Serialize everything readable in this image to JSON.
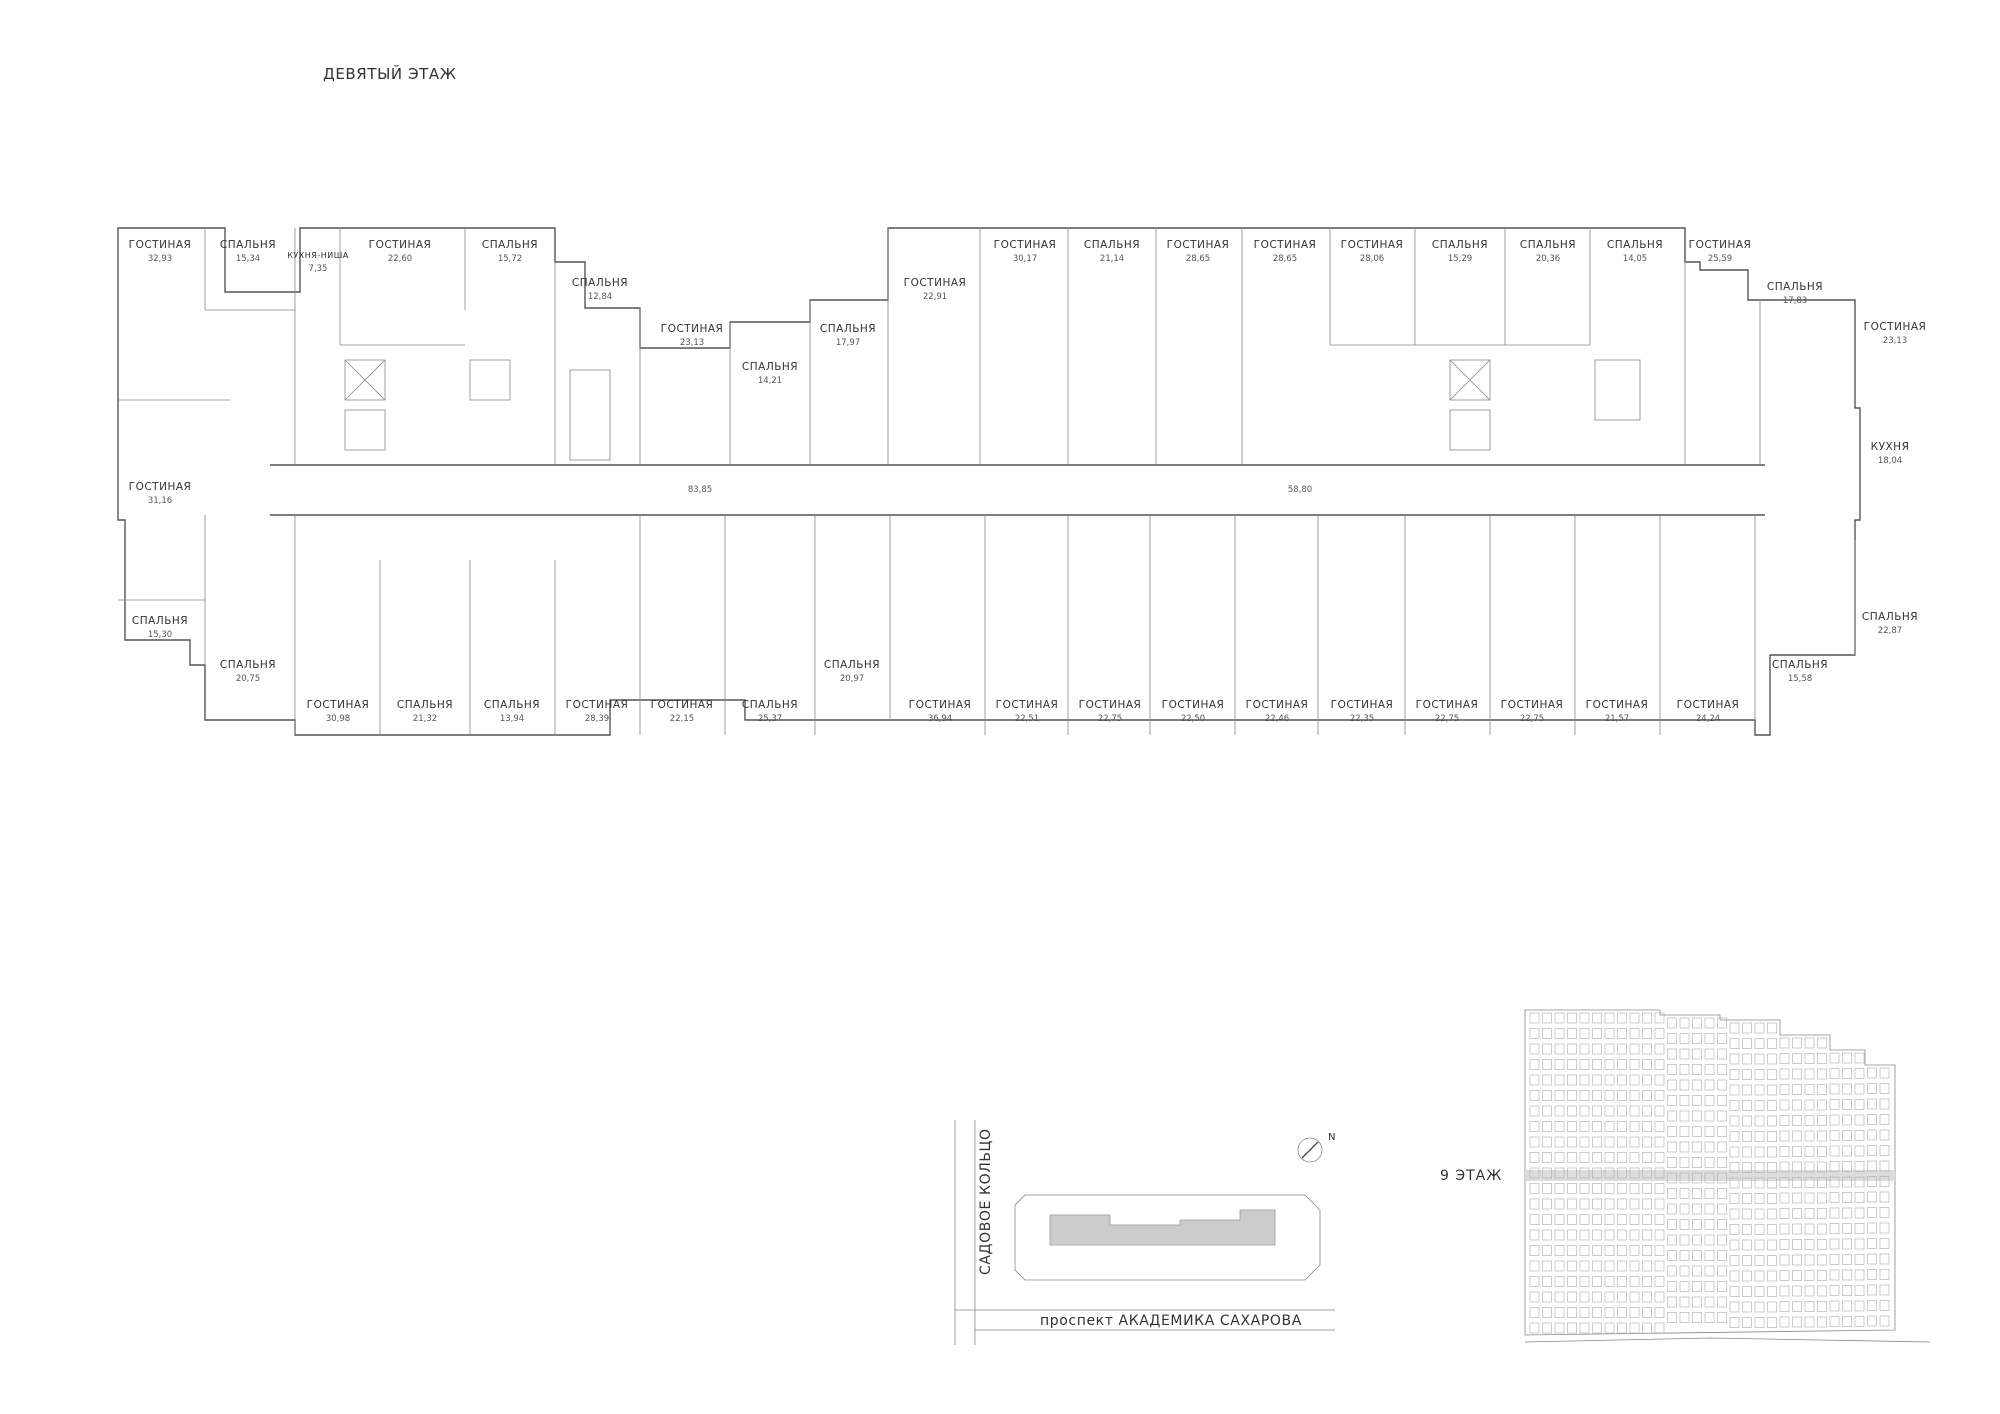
{
  "page": {
    "title": "ДЕВЯТЫЙ ЭТАЖ",
    "floor_label": "9   ЭТАЖ"
  },
  "site": {
    "street_1": "САДОВОЕ КОЛЬЦО",
    "street_2": "проспект АКАДЕМИКА САХАРОВА",
    "compass": "N"
  },
  "corridors": [
    "83,85",
    "58,80"
  ],
  "rooms_top": [
    {
      "name": "ГОСТИНАЯ",
      "area": "32,93"
    },
    {
      "name": "СПАЛЬНЯ",
      "area": "15,34"
    },
    {
      "name": "КУХНЯ-НИША",
      "area": "7,35"
    },
    {
      "name": "ГОСТИНАЯ",
      "area": "22,60"
    },
    {
      "name": "СПАЛЬНЯ",
      "area": "15,72"
    },
    {
      "name": "СПАЛЬНЯ",
      "area": "12,84"
    },
    {
      "name": "ГОСТИНАЯ",
      "area": "23,13"
    },
    {
      "name": "СПАЛЬНЯ",
      "area": "14,21"
    },
    {
      "name": "СПАЛЬНЯ",
      "area": "17,97"
    },
    {
      "name": "ГОСТИНАЯ",
      "area": "22,91"
    },
    {
      "name": "ГОСТИНАЯ",
      "area": "30,17"
    },
    {
      "name": "СПАЛЬНЯ",
      "area": "21,14"
    },
    {
      "name": "ГОСТИНАЯ",
      "area": "28,65"
    },
    {
      "name": "ГОСТИНАЯ",
      "area": "28,65"
    },
    {
      "name": "ГОСТИНАЯ",
      "area": "28,06"
    },
    {
      "name": "СПАЛЬНЯ",
      "area": "15,29"
    },
    {
      "name": "СПАЛЬНЯ",
      "area": "20,36"
    },
    {
      "name": "СПАЛЬНЯ",
      "area": "14,05"
    },
    {
      "name": "ГОСТИНАЯ",
      "area": "25,59"
    },
    {
      "name": "СПАЛЬНЯ",
      "area": "17,83"
    },
    {
      "name": "ГОСТИНАЯ",
      "area": "23,13"
    }
  ],
  "rooms_bottom": [
    {
      "name": "ГОСТИНАЯ",
      "area": "31,16"
    },
    {
      "name": "СПАЛЬНЯ",
      "area": "15,30"
    },
    {
      "name": "СПАЛЬНЯ",
      "area": "20,75"
    },
    {
      "name": "ГОСТИНАЯ",
      "area": "30,98"
    },
    {
      "name": "СПАЛЬНЯ",
      "area": "21,32"
    },
    {
      "name": "СПАЛЬНЯ",
      "area": "13,94"
    },
    {
      "name": "ГОСТИНАЯ",
      "area": "28,39"
    },
    {
      "name": "ГОСТИНАЯ",
      "area": "22,15"
    },
    {
      "name": "СПАЛЬНЯ",
      "area": "25,37"
    },
    {
      "name": "СПАЛЬНЯ",
      "area": "20,97"
    },
    {
      "name": "ГОСТИНАЯ",
      "area": "36,94"
    },
    {
      "name": "ГОСТИНАЯ",
      "area": "22,51"
    },
    {
      "name": "ГОСТИНАЯ",
      "area": "22,75"
    },
    {
      "name": "ГОСТИНАЯ",
      "area": "22,50"
    },
    {
      "name": "ГОСТИНАЯ",
      "area": "22,46"
    },
    {
      "name": "ГОСТИНАЯ",
      "area": "22,35"
    },
    {
      "name": "ГОСТИНАЯ",
      "area": "22,75"
    },
    {
      "name": "ГОСТИНАЯ",
      "area": "22,75"
    },
    {
      "name": "ГОСТИНАЯ",
      "area": "21,57"
    },
    {
      "name": "ГОСТИНАЯ",
      "area": "24,24"
    },
    {
      "name": "СПАЛЬНЯ",
      "area": "15,58"
    },
    {
      "name": "СПАЛЬНЯ",
      "area": "22,87"
    },
    {
      "name": "КУХНЯ",
      "area": "18,04"
    }
  ]
}
